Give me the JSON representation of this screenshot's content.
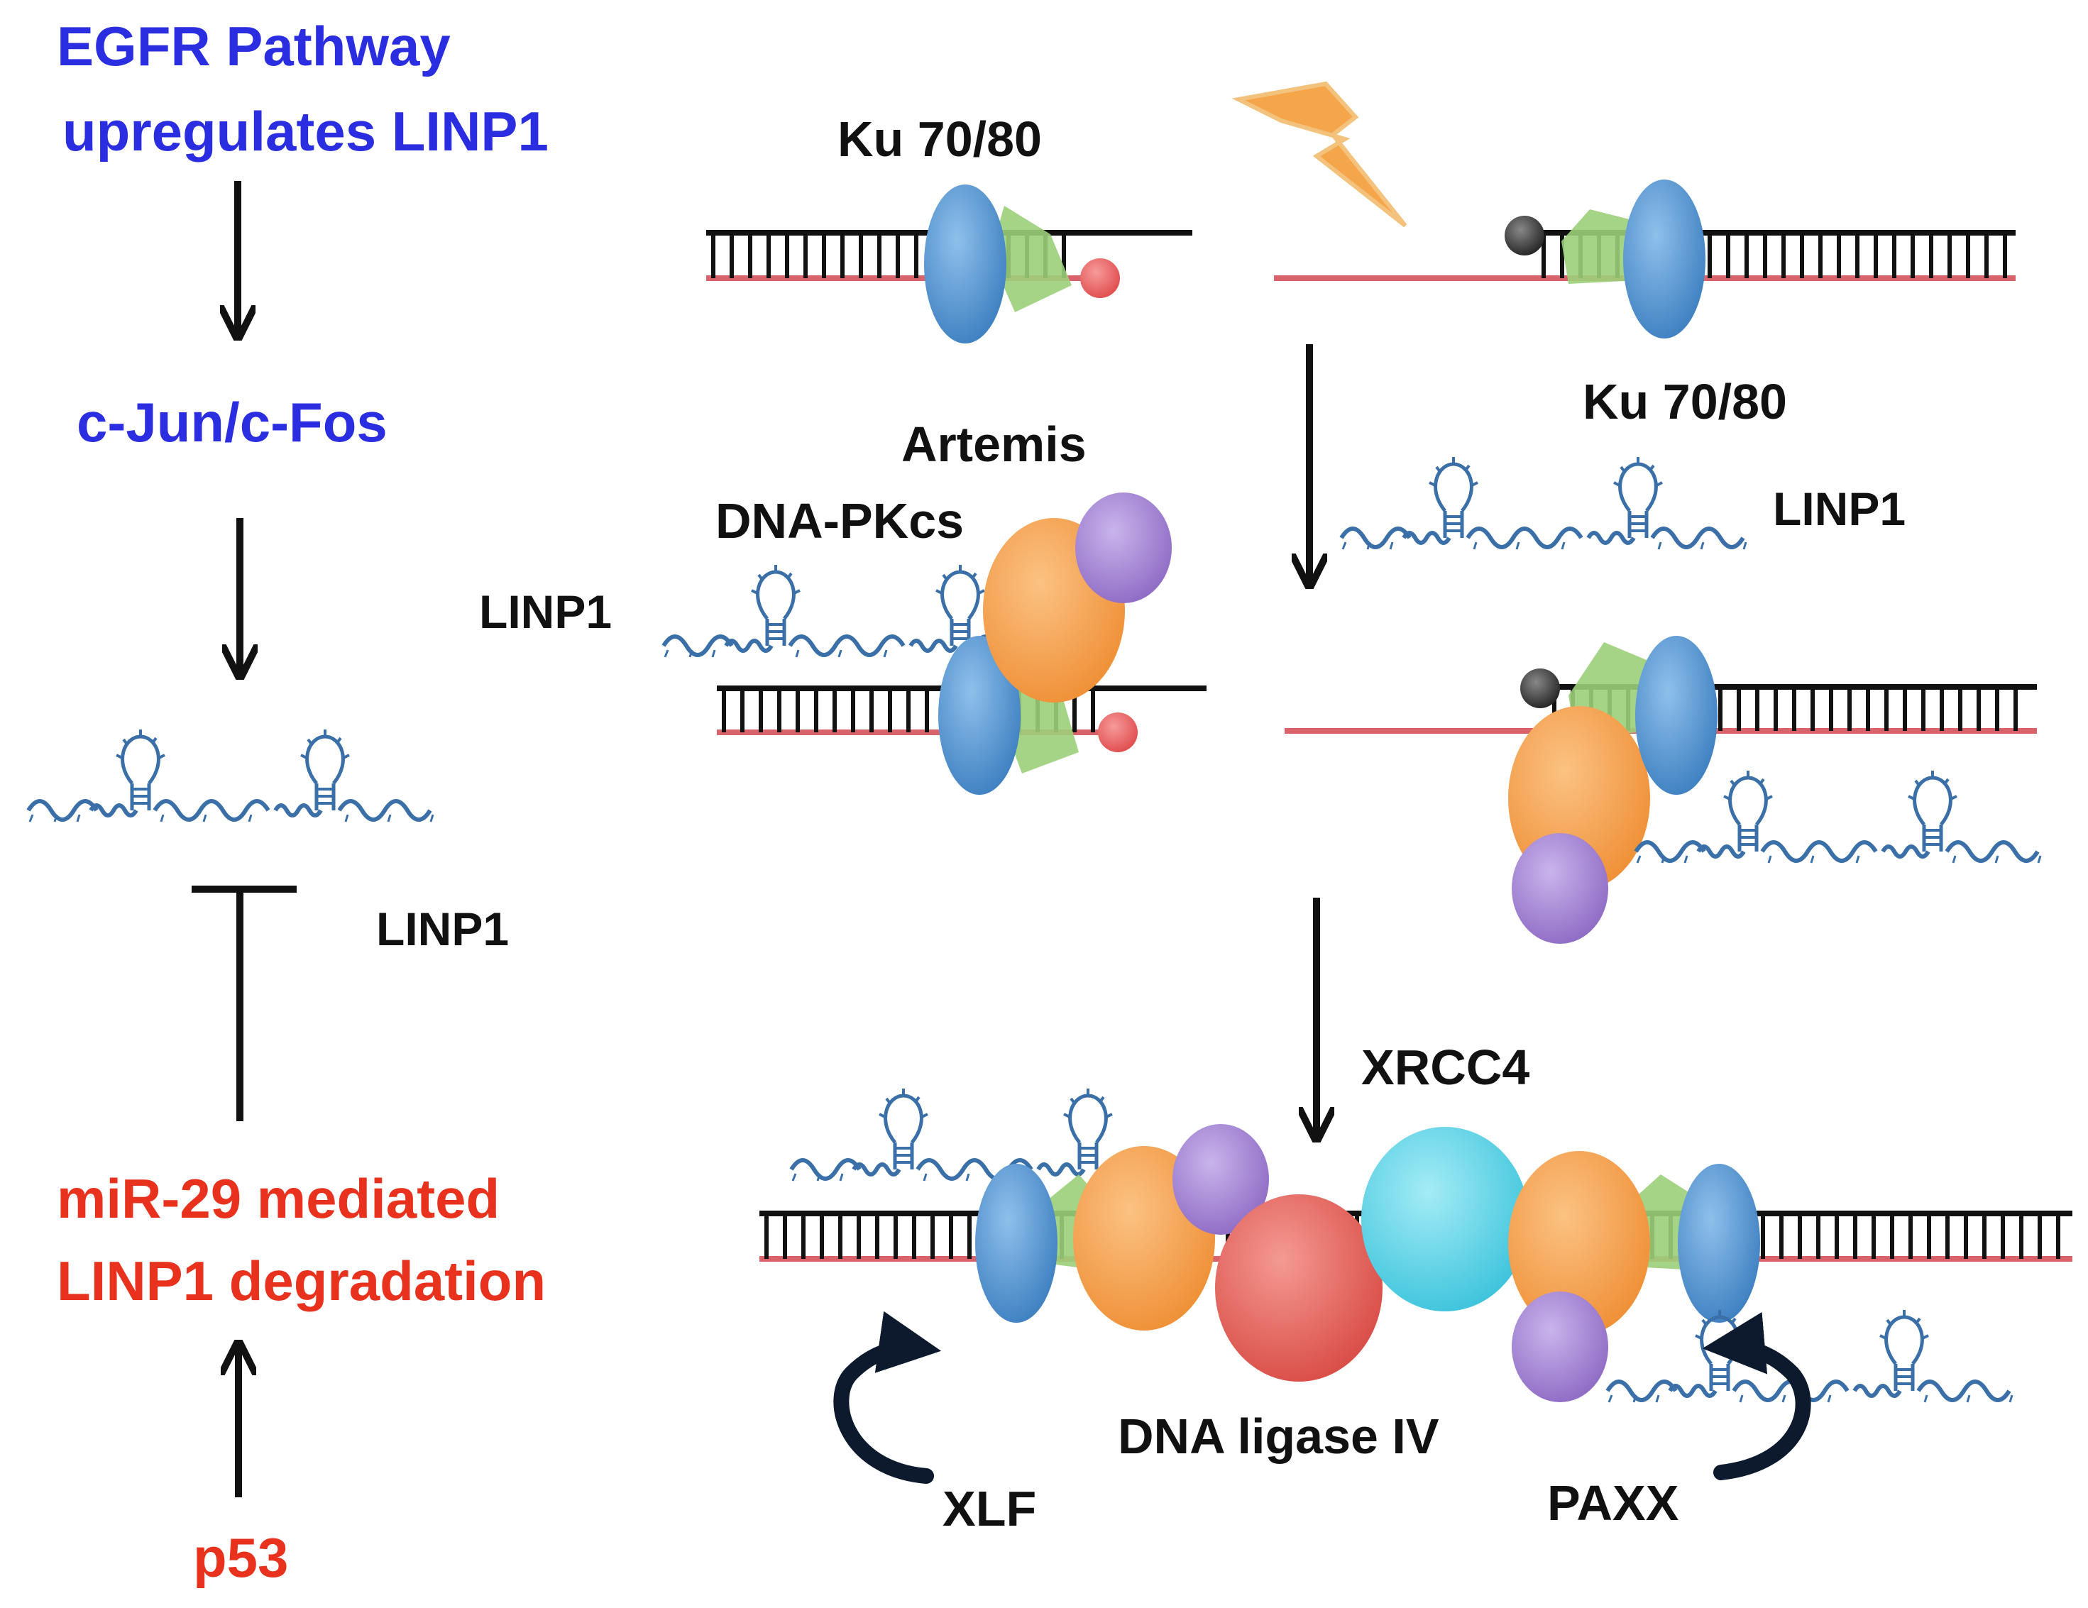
{
  "left_pathway": {
    "egfr_line1": "EGFR Pathway",
    "egfr_line2": "upregulates LINP1",
    "cjun": "c-Jun/c-Fos",
    "linp1": "LINP1",
    "mir29_line1": "miR-29 mediated",
    "mir29_line2": "LINP1 degradation",
    "p53": "p53"
  },
  "repair_pathway": {
    "ku_left": "Ku 70/80",
    "ku_right": "Ku 70/80",
    "artemis": "Artemis",
    "dna_pkcs": "DNA-PKcs",
    "linp1_left": "LINP1",
    "linp1_right": "LINP1",
    "xrcc4": "XRCC4",
    "dna_ligase": "DNA ligase IV",
    "xlf": "XLF",
    "paxx": "PAXX"
  },
  "colors": {
    "blue_text": "#2a2ee0",
    "red_text": "#e8321e",
    "ku": "#5b9bd5",
    "dna_pkcs": "#f5a456",
    "artemis": "#a98bd6",
    "ligase": "#e8615a",
    "xrcc4": "#5fd3e8",
    "green_pentagon": "#9ccf7a",
    "lncrna": "#3a6fa8",
    "dna_red": "#d9636b",
    "lightning": "#f6a64a"
  }
}
